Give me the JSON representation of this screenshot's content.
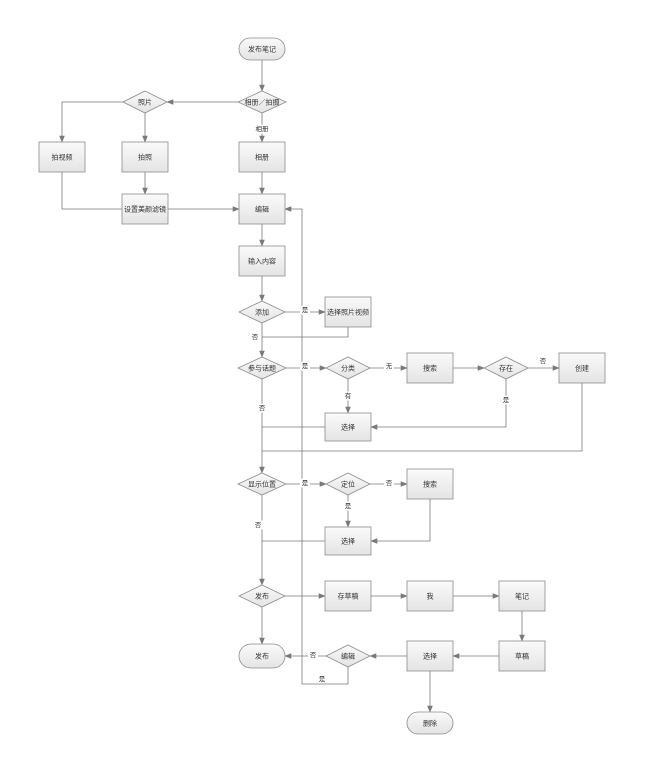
{
  "diagram": {
    "type": "flowchart",
    "nodes": [
      {
        "id": "n_publish_note",
        "shape": "terminal",
        "label": "发布笔记"
      },
      {
        "id": "n_album_shoot",
        "shape": "decision",
        "label": "相册／拍摄"
      },
      {
        "id": "n_photo_decision",
        "shape": "decision",
        "label": "照片"
      },
      {
        "id": "n_shoot_video",
        "shape": "process",
        "label": "拍视频"
      },
      {
        "id": "n_take_photo",
        "shape": "process",
        "label": "拍照"
      },
      {
        "id": "n_album",
        "shape": "process",
        "label": "相册"
      },
      {
        "id": "n_beauty_filter",
        "shape": "process",
        "label": "设置美颜滤镜"
      },
      {
        "id": "n_edit",
        "shape": "process",
        "label": "编辑"
      },
      {
        "id": "n_input_content",
        "shape": "process",
        "label": "输入内容"
      },
      {
        "id": "n_add",
        "shape": "decision",
        "label": "添加"
      },
      {
        "id": "n_select_media",
        "shape": "process",
        "label": "选择照片视频"
      },
      {
        "id": "n_join_topic",
        "shape": "decision",
        "label": "参与话题"
      },
      {
        "id": "n_category",
        "shape": "decision",
        "label": "分类"
      },
      {
        "id": "n_search_topic",
        "shape": "process",
        "label": "搜索"
      },
      {
        "id": "n_exists",
        "shape": "decision",
        "label": "存在"
      },
      {
        "id": "n_create",
        "shape": "process",
        "label": "创建"
      },
      {
        "id": "n_select_topic",
        "shape": "process",
        "label": "选择"
      },
      {
        "id": "n_show_location",
        "shape": "decision",
        "label": "显示位置"
      },
      {
        "id": "n_locate",
        "shape": "decision",
        "label": "定位"
      },
      {
        "id": "n_search_location",
        "shape": "process",
        "label": "搜索"
      },
      {
        "id": "n_select_location",
        "shape": "process",
        "label": "选择"
      },
      {
        "id": "n_publish_decision",
        "shape": "decision",
        "label": "发布"
      },
      {
        "id": "n_save_draft",
        "shape": "process",
        "label": "存草稿"
      },
      {
        "id": "n_me",
        "shape": "process",
        "label": "我"
      },
      {
        "id": "n_note",
        "shape": "process",
        "label": "笔记"
      },
      {
        "id": "n_draft",
        "shape": "process",
        "label": "草稿"
      },
      {
        "id": "n_select_draft",
        "shape": "process",
        "label": "选择"
      },
      {
        "id": "n_edit_decision",
        "shape": "decision",
        "label": "编辑"
      },
      {
        "id": "n_delete",
        "shape": "terminal",
        "label": "删除"
      },
      {
        "id": "n_publish_end",
        "shape": "terminal",
        "label": "发布"
      }
    ],
    "edges": [
      {
        "id": "e_start_album_shoot",
        "from": "n_publish_note",
        "to": "n_album_shoot",
        "label": ""
      },
      {
        "id": "e_album_shoot_photo",
        "from": "n_album_shoot",
        "to": "n_photo_decision",
        "label": ""
      },
      {
        "id": "e_album_shoot_album",
        "from": "n_album_shoot",
        "to": "n_album",
        "label": "相册"
      },
      {
        "id": "e_photo_video",
        "from": "n_photo_decision",
        "to": "n_shoot_video",
        "label": ""
      },
      {
        "id": "e_photo_take",
        "from": "n_photo_decision",
        "to": "n_take_photo",
        "label": ""
      },
      {
        "id": "e_video_filter",
        "from": "n_shoot_video",
        "to": "n_beauty_filter",
        "label": ""
      },
      {
        "id": "e_take_filter",
        "from": "n_take_photo",
        "to": "n_beauty_filter",
        "label": ""
      },
      {
        "id": "e_filter_edit",
        "from": "n_beauty_filter",
        "to": "n_edit",
        "label": ""
      },
      {
        "id": "e_album_edit",
        "from": "n_album",
        "to": "n_edit",
        "label": ""
      },
      {
        "id": "e_edit_input",
        "from": "n_edit",
        "to": "n_input_content",
        "label": ""
      },
      {
        "id": "e_input_add",
        "from": "n_input_content",
        "to": "n_add",
        "label": ""
      },
      {
        "id": "e_add_yes",
        "from": "n_add",
        "to": "n_select_media",
        "label": "是"
      },
      {
        "id": "e_add_no",
        "from": "n_add",
        "to": "n_join_topic",
        "label": "否"
      },
      {
        "id": "e_media_back",
        "from": "n_select_media",
        "to": "n_join_topic",
        "label": ""
      },
      {
        "id": "e_topic_yes",
        "from": "n_join_topic",
        "to": "n_category",
        "label": "是"
      },
      {
        "id": "e_category_none",
        "from": "n_category",
        "to": "n_search_topic",
        "label": "无"
      },
      {
        "id": "e_category_has",
        "from": "n_category",
        "to": "n_select_topic",
        "label": "有"
      },
      {
        "id": "e_search_exists",
        "from": "n_search_topic",
        "to": "n_exists",
        "label": ""
      },
      {
        "id": "e_exists_no",
        "from": "n_exists",
        "to": "n_create",
        "label": "否"
      },
      {
        "id": "e_exists_yes",
        "from": "n_exists",
        "to": "n_select_topic",
        "label": "是"
      },
      {
        "id": "e_select_topic_back",
        "from": "n_select_topic",
        "to": "n_show_location",
        "label": ""
      },
      {
        "id": "e_create_back",
        "from": "n_create",
        "to": "n_show_location",
        "label": ""
      },
      {
        "id": "e_topic_no",
        "from": "n_join_topic",
        "to": "n_show_location",
        "label": "否"
      },
      {
        "id": "e_location_yes",
        "from": "n_show_location",
        "to": "n_locate",
        "label": "是"
      },
      {
        "id": "e_locate_no",
        "from": "n_locate",
        "to": "n_search_location",
        "label": "否"
      },
      {
        "id": "e_locate_yes",
        "from": "n_locate",
        "to": "n_select_location",
        "label": "是"
      },
      {
        "id": "e_search_location_select",
        "from": "n_search_location",
        "to": "n_select_location",
        "label": ""
      },
      {
        "id": "e_select_location_back",
        "from": "n_select_location",
        "to": "n_publish_decision",
        "label": ""
      },
      {
        "id": "e_location_no",
        "from": "n_show_location",
        "to": "n_publish_decision",
        "label": "否"
      },
      {
        "id": "e_publish_yes",
        "from": "n_publish_decision",
        "to": "n_publish_end",
        "label": ""
      },
      {
        "id": "e_publish_draft",
        "from": "n_publish_decision",
        "to": "n_save_draft",
        "label": ""
      },
      {
        "id": "e_draft_me",
        "from": "n_save_draft",
        "to": "n_me",
        "label": ""
      },
      {
        "id": "e_me_note",
        "from": "n_me",
        "to": "n_note",
        "label": ""
      },
      {
        "id": "e_note_draft",
        "from": "n_note",
        "to": "n_draft",
        "label": ""
      },
      {
        "id": "e_draft_select",
        "from": "n_draft",
        "to": "n_select_draft",
        "label": ""
      },
      {
        "id": "e_select_edit",
        "from": "n_select_draft",
        "to": "n_edit_decision",
        "label": ""
      },
      {
        "id": "e_select_delete",
        "from": "n_select_draft",
        "to": "n_delete",
        "label": ""
      },
      {
        "id": "e_edit_no",
        "from": "n_edit_decision",
        "to": "n_publish_end",
        "label": "否"
      },
      {
        "id": "e_edit_yes",
        "from": "n_edit_decision",
        "to": "n_edit",
        "label": "是"
      }
    ]
  },
  "colors": {
    "node_fill_top": "#fafafa",
    "node_fill_bottom": "#e4e4e4",
    "node_stroke": "#8c8c8c",
    "edge_stroke": "#7a7a7a",
    "text": "#333333",
    "background": "#ffffff"
  }
}
